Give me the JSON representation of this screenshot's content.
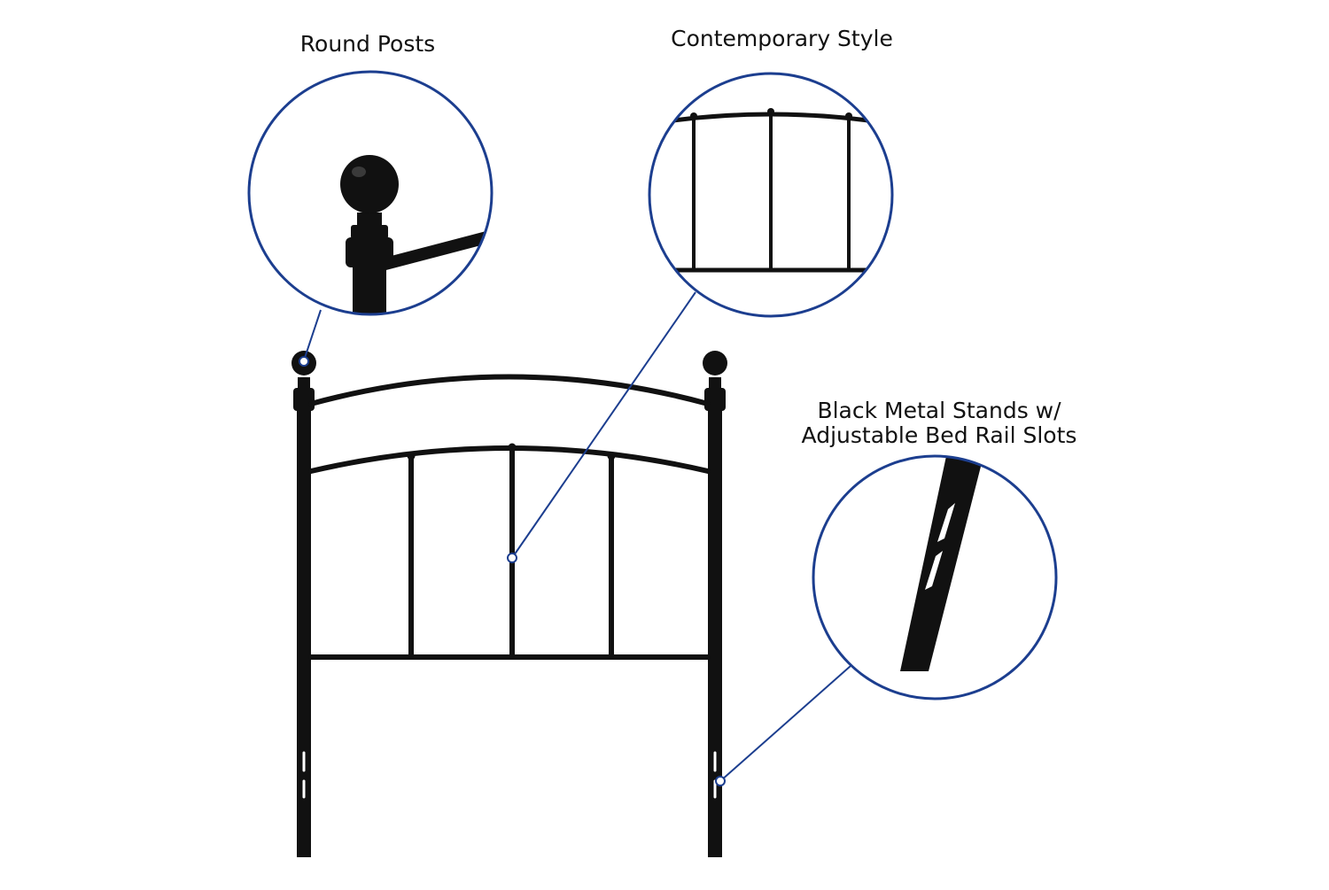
{
  "callouts": {
    "round_posts": {
      "label": "Round Posts"
    },
    "contemporary_style": {
      "label": "Contemporary Style"
    },
    "metal_stands": {
      "line1": "Black Metal Stands w/",
      "line2": "Adjustable Bed Rail Slots"
    }
  },
  "colors": {
    "background": "#ffffff",
    "metal": "#111111",
    "callout_ring": "#1c3e8f",
    "text": "#111111"
  }
}
